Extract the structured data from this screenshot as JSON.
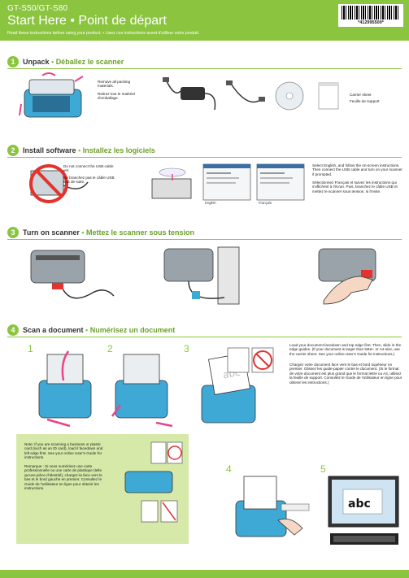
{
  "header": {
    "model": "GT-S50/GT-S80",
    "title": "Start Here • Point de départ",
    "subtitle": "Read these instructions before using your product. • Lisez ces instructions avant d'utiliser votre produit.",
    "barcode_number": "*412995500*"
  },
  "section1": {
    "number": "1",
    "title_en": "Unpack",
    "title_fr": "Déballez le scanner",
    "remove_en": "Remove all packing materials.",
    "remove_fr": "Retirez tout le matériel d'emballage.",
    "carrier_en": "Carrier sheet",
    "carrier_fr": "Feuille de support"
  },
  "section2": {
    "number": "2",
    "title_en": "Install software",
    "title_fr": "Installez les logiciels",
    "usb_en": "Do not connect the USB cable yet.",
    "usb_fr": "Ne branchez pas le câble USB tout de suite.",
    "lang_en": "English",
    "lang_fr": "Français",
    "instr_en": "Select English, and follow the on-screen instructions. Then connect the USB cable and turn on your scanner if prompted.",
    "instr_fr": "Sélectionnez Français et suivez les instructions qui s'affichent à l'écran. Puis, branchez le câble USB et mettez le scanner sous tension, si l'invite."
  },
  "section3": {
    "number": "3",
    "title_en": "Turn on scanner",
    "title_fr": "Mettez le scanner sous tension"
  },
  "section4": {
    "number": "4",
    "title_en": "Scan a document",
    "title_fr": "Numérisez un document",
    "steps": [
      "1",
      "2",
      "3",
      "4",
      "5"
    ],
    "load_en": "Load your document facedown and top edge first. Then, slide in the edge guides. (If your document is larger than letter- or A4-size, use the carrier sheet. See your online User's Guide for instructions.)",
    "load_fr": "Chargez votre document face vers le bas et bord supérieur en premier. Glissez les guide-papier contre le document. (Si le format de votre document est plus grand que le format lettre ou A4, utilisez la feuille de support. Consultez le Guide de l'utilisateur en ligne pour obtenir les instructions.)",
    "note_en": "Note: If you are scanning a business or plastic card (such as an ID card), load it facedown and left edge first. See your online User's Guide for instructions.",
    "note_fr": "Remarque : Si vous numérisez une carte professionnelle ou une carte de plastique (telle qu'une pièce d'identité), chargez-la face vers le bas et le bord gauche en premier. Consultez le Guide de l'utilisateur en ligne pour obtenir les instructions.",
    "paper_text": "abc",
    "screen_text": "abc"
  },
  "colors": {
    "accent": "#8bc53f",
    "accent_dark": "#6aa12a",
    "note_bg": "#d6e9a8",
    "scanner_blue": "#3fa9d6",
    "warning_red": "#e2332f",
    "arrow_pink": "#e9438a"
  }
}
